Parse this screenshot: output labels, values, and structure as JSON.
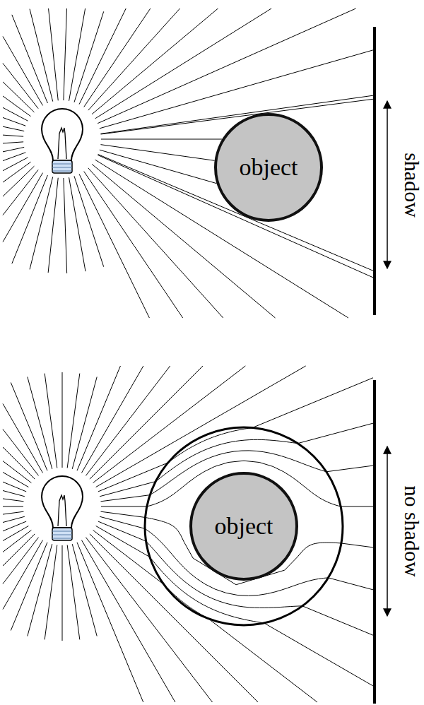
{
  "diagram": {
    "nodes": [
      {
        "text": [
          "object"
        ]
      },
      {
        "text": [
          "object"
        ]
      }
    ],
    "labels": [
      "shadow",
      "no shadow"
    ]
  }
}
